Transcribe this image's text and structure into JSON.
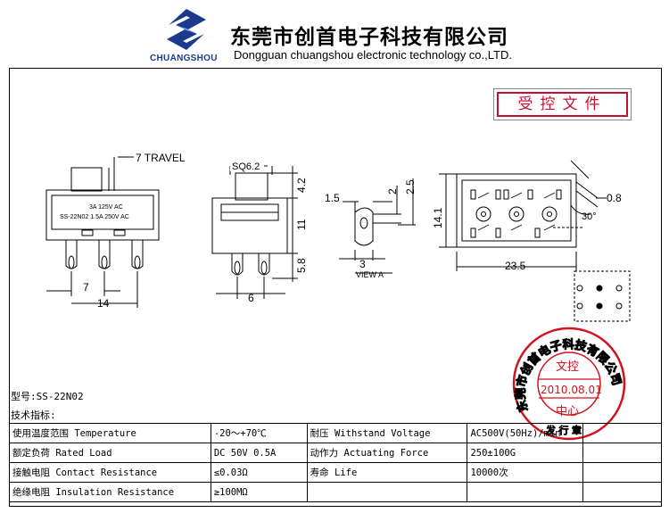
{
  "header": {
    "logo_text": "CHUANGSHOU",
    "company_cn": "东莞市创首电子科技有限公司",
    "company_en": "Dongguan chuangshou electronic technology co.,LTD."
  },
  "controlled_doc_label": "受控文件",
  "drawing": {
    "travel_label": "7 TRAVEL",
    "rating_line1": "3A 125V AC",
    "rating_line2": "SS-22N02 1.5A 250V AC",
    "sq_label": "SQ6.2",
    "view_label": "VIEW A",
    "dims": {
      "front_pitch": "7",
      "front_width": "14",
      "side_top": "4.2",
      "side_mid": "11",
      "side_bot": "5.8",
      "side_width": "6",
      "va_left": "1.5",
      "va_two": "2",
      "va_twofive": "2.5",
      "va_three": "3",
      "top_height": "14.1",
      "top_width": "23.5",
      "top_thick": "0.8",
      "top_angle": "30°"
    }
  },
  "stamp": {
    "ring_text": "东莞市创首电子科技有限公司",
    "line1": "文控",
    "date": "2010.08.01",
    "line3": "中心",
    "bottom": "发 行 章"
  },
  "model_line": "型号:SS-22N02",
  "tech_title": "技术指标:",
  "specs": [
    [
      "使用温度范围 Temperature",
      "-20～+70℃",
      "耐压 Withstand Voltage",
      "AC500V(50Hz)/min",
      ""
    ],
    [
      "额定负荷 Rated Load",
      "DC 50V 0.5A",
      "动作力 Actuating Force",
      "250±100G",
      ""
    ],
    [
      "接触电阻 Contact Resistance",
      "≤0.03Ω",
      "寿命 Life",
      "10000次",
      ""
    ],
    [
      "绝缘电阻 Insulation Resistance",
      "≥100MΩ",
      "",
      "",
      ""
    ]
  ]
}
